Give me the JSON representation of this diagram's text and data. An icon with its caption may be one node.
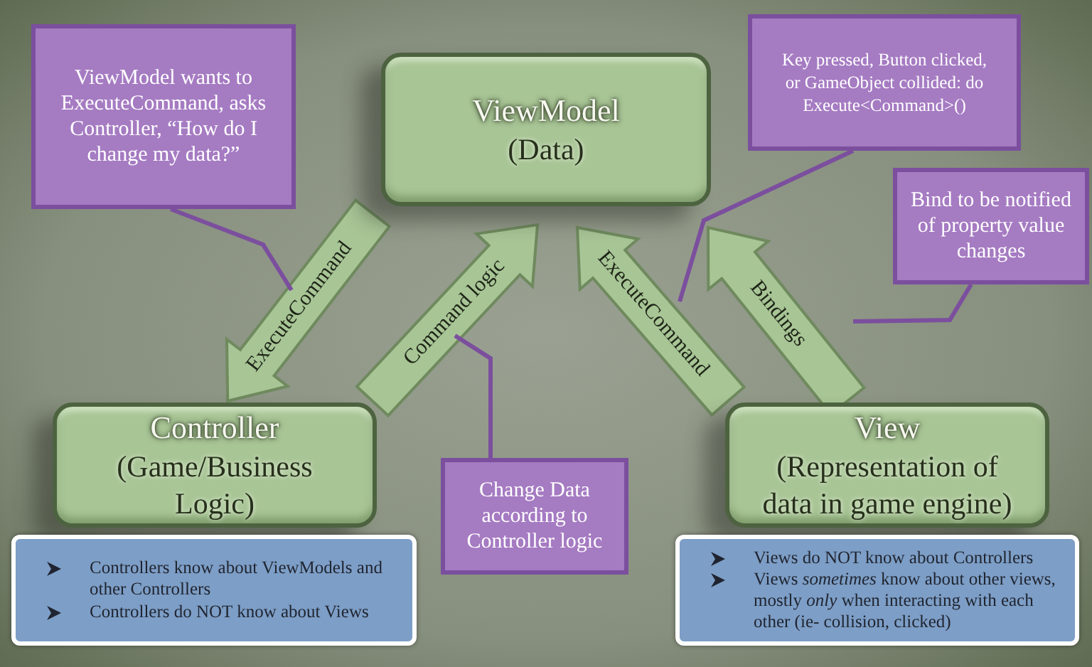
{
  "diagram": {
    "nodes": [
      {
        "text": [
          "ViewModel",
          "(Data)"
        ]
      },
      {
        "text": [
          "Controller",
          "(Game/Business Logic)"
        ]
      },
      {
        "text": [
          "View",
          "(Representation of data in game engine)"
        ]
      },
      {
        "text": [
          "ViewModel wants to ExecuteCommand, asks Controller, “How do I change my data?”"
        ]
      },
      {
        "text": [
          "Key pressed, Button clicked, or GameObject collided: do Execute<Command>()"
        ]
      },
      {
        "text": [
          "Bind to be notified of property value changes"
        ]
      },
      {
        "text": [
          "Change Data according to Controller logic"
        ]
      },
      {
        "text": [
          "Controllers know about ViewModels and other Controllers",
          "Controllers do NOT know about Views"
        ]
      },
      {
        "text": [
          "Views do NOT know about Controllers",
          "Views *sometimes* know about other views, mostly *only* when interacting with each other (ie- collision, clicked)"
        ]
      }
    ],
    "edges": [
      {
        "from": 0,
        "to": 1,
        "arrow": "to",
        "label": "ExecuteCommand",
        "style": "thick"
      },
      {
        "from": 1,
        "to": 0,
        "arrow": "to",
        "label": "Command logic",
        "style": "thick"
      },
      {
        "from": 2,
        "to": 0,
        "arrow": "to",
        "label": "ExecuteCommand",
        "style": "thick"
      },
      {
        "from": 2,
        "to": 0,
        "arrow": "to",
        "label": "Bindings",
        "style": "thick"
      },
      {
        "from": 3,
        "to": null,
        "arrow": "none"
      },
      {
        "from": 4,
        "to": null,
        "arrow": "none"
      },
      {
        "from": 5,
        "to": null,
        "arrow": "none"
      },
      {
        "from": 6,
        "to": null,
        "arrow": "none"
      }
    ]
  }
}
